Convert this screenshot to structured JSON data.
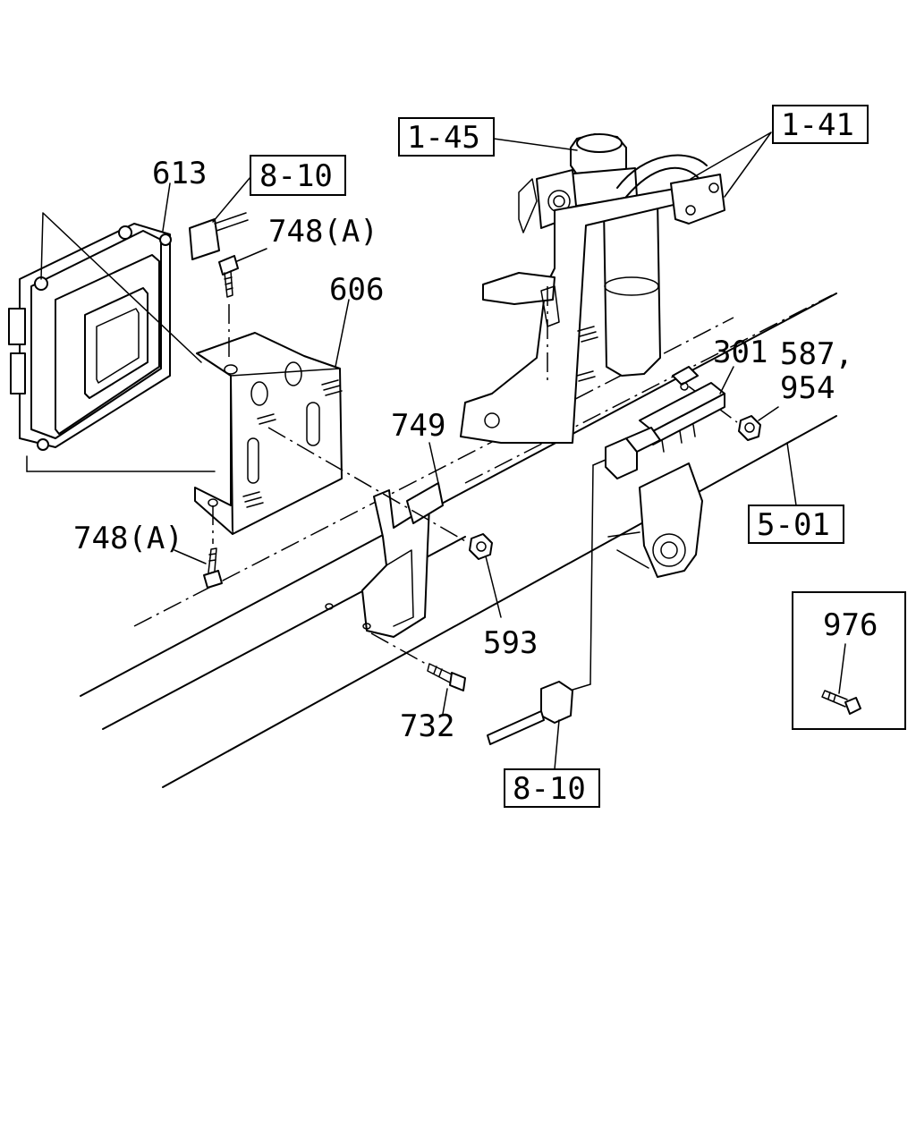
{
  "diagram": {
    "callouts": [
      {
        "id": "c613",
        "text": "613"
      },
      {
        "id": "c748a_top",
        "text": "748(A)"
      },
      {
        "id": "c606",
        "text": "606"
      },
      {
        "id": "c749",
        "text": "749"
      },
      {
        "id": "c301",
        "text": "301"
      },
      {
        "id": "c587",
        "text": "587,"
      },
      {
        "id": "c954",
        "text": "954"
      },
      {
        "id": "c748a_bot",
        "text": "748(A)"
      },
      {
        "id": "c593",
        "text": "593"
      },
      {
        "id": "c732",
        "text": "732"
      },
      {
        "id": "c976",
        "text": "976"
      }
    ],
    "references": [
      {
        "id": "r810_top",
        "text": "8-10"
      },
      {
        "id": "r145",
        "text": "1-45"
      },
      {
        "id": "r141",
        "text": "1-41"
      },
      {
        "id": "r501",
        "text": "5-01"
      },
      {
        "id": "r810_bot",
        "text": "8-10"
      }
    ]
  }
}
